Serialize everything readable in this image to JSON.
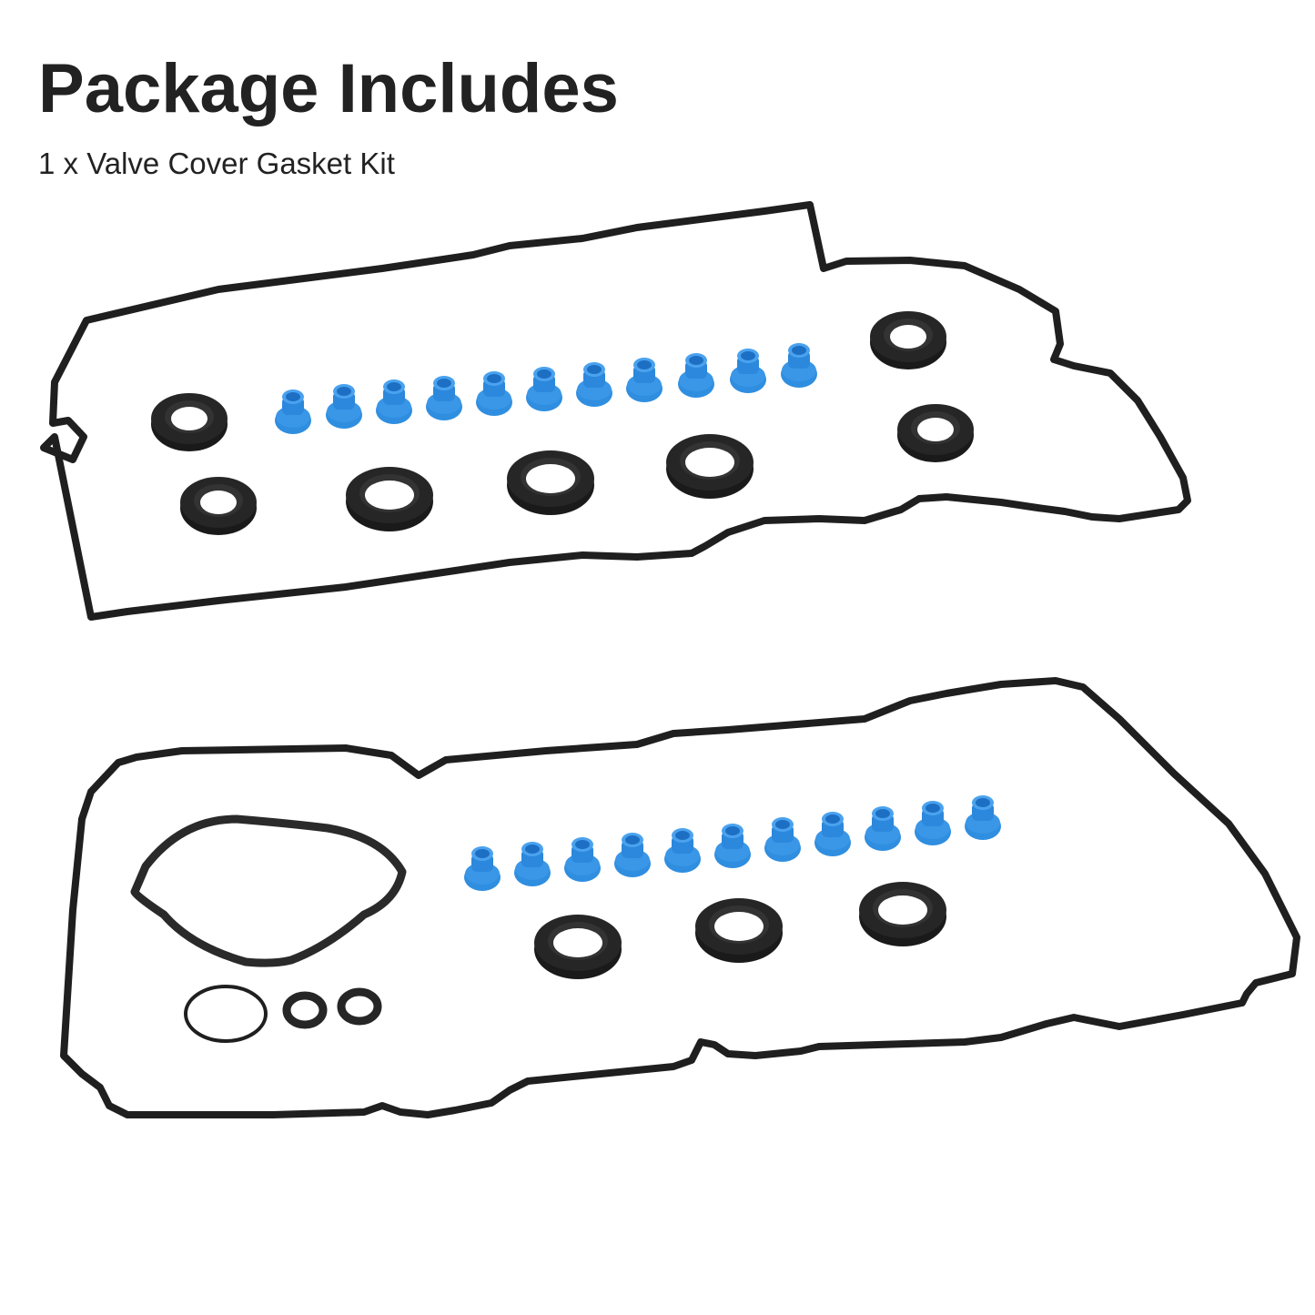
{
  "header": {
    "title": "Package Includes",
    "subtitle": "1 x Valve Cover Gasket Kit"
  },
  "colors": {
    "background": "#ffffff",
    "text": "#222222",
    "rubber_black": "#1f1f1f",
    "grommet_blue": "#2f8ee0",
    "grommet_blue_dark": "#1f6fc0"
  },
  "product": {
    "name": "Valve Cover Gasket Kit",
    "quantity": 1,
    "components": {
      "upper_set": {
        "gasket": 1,
        "blue_spark_plug_grommets": 11,
        "black_seals": 7
      },
      "lower_set": {
        "gasket": 1,
        "blue_spark_plug_grommets": 11,
        "black_seals": 3,
        "diamond_gasket": 1,
        "o_ring": 1,
        "small_seal_rings": 2
      }
    }
  }
}
